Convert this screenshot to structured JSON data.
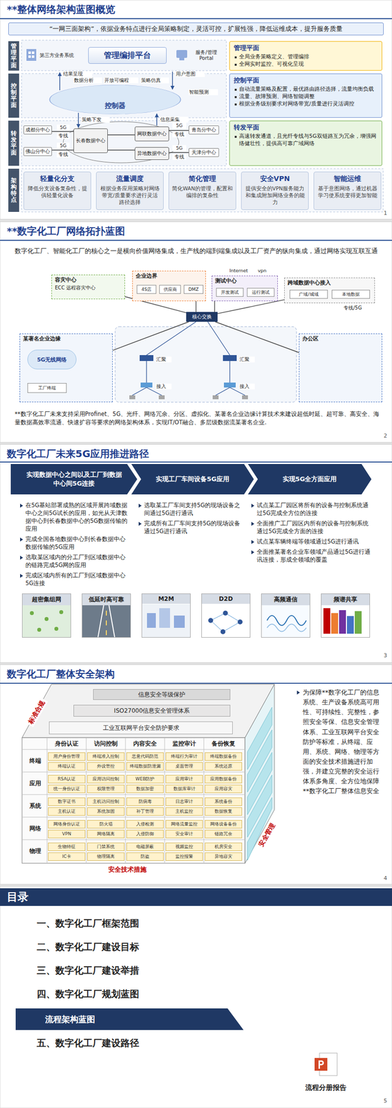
{
  "diagram": {
    "nodes": [
      {
        "text": [
          "**整体网络架构蓝图概览"
        ]
      },
      {
        "text": [
          "“一网三面架构”，依据业务特点进行全局策略制定，灵活可控，扩展性强，降低运维成本，提升服务质量"
        ],
        "in": 0
      },
      {
        "text": [
          "管理平面"
        ],
        "in": 0
      },
      {
        "text": [
          "控制平面"
        ],
        "in": 0
      },
      {
        "text": [
          "转发平面"
        ],
        "in": 0
      },
      {
        "text": [
          "架构特点"
        ],
        "in": 0
      },
      {
        "text": [
          "第三方业务系统"
        ],
        "in": 0
      },
      {
        "text": [
          "管理编排平台"
        ],
        "in": 0
      },
      {
        "text": [
          "服务/管理Portal"
        ],
        "in": 0
      },
      {
        "text": [
          "控制器"
        ],
        "in": 0
      },
      {
        "text": [
          "成都分中心"
        ],
        "in": 0
      },
      {
        "text": [
          "佛山分中心"
        ],
        "in": 0
      },
      {
        "text": [
          "长春数据中心"
        ],
        "in": 0
      },
      {
        "text": [
          "网联数据中心"
        ],
        "in": 0
      },
      {
        "text": [
          "异地数据中心"
        ],
        "in": 0
      },
      {
        "text": [
          "青岛分中心"
        ],
        "in": 0
      },
      {
        "text": [
          "天津分中心"
        ],
        "in": 0
      },
      {
        "text": [
          "管理平面",
          "全局业务策略定义、管理编排",
          "全网实时监控、可视化呈现"
        ],
        "in": 0
      },
      {
        "text": [
          "控制平面",
          "自动流量策略及配置，最优路由路径选择，流量均衡负载",
          "流量、故障预测、网络智能调整",
          "根据业务级别要求对网络带宽/质量进行灵活调控"
        ],
        "in": 0
      },
      {
        "text": [
          "转发平面",
          "高速转发通道，且光纤专线与5G双链路互为冗余，增强网络健壮性，提供高可靠广域网络"
        ],
        "in": 0
      },
      {
        "text": [
          "轻量化分支",
          "降低分支设备复杂性，提供轻量化设备"
        ],
        "in": 0
      },
      {
        "text": [
          "流量调度",
          "根据业务应用策略对网络带宽/质量要求进行灵活路径选择"
        ],
        "in": 0
      },
      {
        "text": [
          "简化管理",
          "简化WAN的管理，配置和编排的复杂性"
        ],
        "in": 0
      },
      {
        "text": [
          "安全VPN",
          "提供安全的VPN服务能力和集成附加网络业务的能力"
        ],
        "in": 0
      },
      {
        "text": [
          "智能运维",
          "基于意图网络，通过机器学习使系统变得更加智能"
        ],
        "in": 0
      },
      {
        "text": [
          "**数字化工厂网络拓扑蓝图"
        ]
      },
      {
        "text": [
          "容灾中心",
          "ECC 远程容灾中心"
        ],
        "in": 25
      },
      {
        "text": [
          "企业边界"
        ],
        "in": 25
      },
      {
        "text": [
          "4S店"
        ],
        "in": 27
      },
      {
        "text": [
          "供应商"
        ],
        "in": 27
      },
      {
        "text": [
          "DMZ"
        ],
        "in": 27
      },
      {
        "text": [
          "测试中心"
        ],
        "in": 25
      },
      {
        "text": [
          "开发测试"
        ],
        "in": 31
      },
      {
        "text": [
          "运行测试"
        ],
        "in": 31
      },
      {
        "text": [
          "跨域数据中心接入"
        ],
        "in": 25
      },
      {
        "text": [
          "广域/城域"
        ],
        "in": 34
      },
      {
        "text": [
          "本地数据"
        ],
        "in": 34
      },
      {
        "text": [
          "核心交换"
        ],
        "in": 25
      },
      {
        "text": [
          "某著名企业边缘"
        ],
        "in": 25
      },
      {
        "text": [
          "5G无线网络"
        ],
        "in": 38
      },
      {
        "text": [
          "工厂终端"
        ],
        "in": 38
      },
      {
        "text": [
          "办公区"
        ],
        "in": 25
      },
      {
        "text": [
          "数字化工厂未来5G应用推进路径"
        ]
      },
      {
        "text": [
          "实现数据中心之间以及工厂到数据中心间5G连接"
        ],
        "in": 42
      },
      {
        "text": [
          "实现工厂车间设备5G应用"
        ],
        "in": 42
      },
      {
        "text": [
          "实现5G全方面应用"
        ],
        "in": 42
      },
      {
        "text": [
          "超密集组网"
        ],
        "in": 42
      },
      {
        "text": [
          "低延时高可靠"
        ],
        "in": 42
      },
      {
        "text": [
          "M2M"
        ],
        "in": 42
      },
      {
        "text": [
          "D2D"
        ],
        "in": 42
      },
      {
        "text": [
          "高频通信"
        ],
        "in": 42
      },
      {
        "text": [
          "频谱共享"
        ],
        "in": 42
      },
      {
        "text": [
          "数字化工厂整体安全架构"
        ]
      },
      {
        "text": [
          "信息安全等级保护"
        ],
        "in": 52
      },
      {
        "text": [
          "ISO27000信息安全管理体系"
        ],
        "in": 52
      },
      {
        "text": [
          "工业互联网平台安全防护要求"
        ],
        "in": 52
      },
      {
        "text": [
          "用户身份管理"
        ],
        "in": 52
      },
      {
        "text": [
          "终端认证"
        ],
        "in": 52
      },
      {
        "text": [
          "终端准入控制"
        ],
        "in": 52
      },
      {
        "text": [
          "外设管控"
        ],
        "in": 52
      },
      {
        "text": [
          "恶意代码防范"
        ],
        "in": 52
      },
      {
        "text": [
          "终端数据防泄漏"
        ],
        "in": 52
      },
      {
        "text": [
          "终端行为审计"
        ],
        "in": 52
      },
      {
        "text": [
          "桌面管理"
        ],
        "in": 52
      },
      {
        "text": [
          "终端数据备份"
        ],
        "in": 52
      },
      {
        "text": [
          "系统还原"
        ],
        "in": 52
      },
      {
        "text": [
          "RSA认证"
        ],
        "in": 52
      },
      {
        "text": [
          "统一身份认证"
        ],
        "in": 52
      },
      {
        "text": [
          "应用访问控制"
        ],
        "in": 52
      },
      {
        "text": [
          "权限管理"
        ],
        "in": 52
      },
      {
        "text": [
          "WEB防护"
        ],
        "in": 52
      },
      {
        "text": [
          "数据加密"
        ],
        "in": 52
      },
      {
        "text": [
          "应用审计"
        ],
        "in": 52
      },
      {
        "text": [
          "数据库审计"
        ],
        "in": 52
      },
      {
        "text": [
          "应用数据备份"
        ],
        "in": 52
      },
      {
        "text": [
          "应用容灾"
        ],
        "in": 52
      },
      {
        "text": [
          "数字证书"
        ],
        "in": 52
      },
      {
        "text": [
          "主机认证"
        ],
        "in": 52
      },
      {
        "text": [
          "主机访问控制"
        ],
        "in": 52
      },
      {
        "text": [
          "系统加固"
        ],
        "in": 52
      },
      {
        "text": [
          "防病毒"
        ],
        "in": 52
      },
      {
        "text": [
          "补丁管理"
        ],
        "in": 52
      },
      {
        "text": [
          "日志审计"
        ],
        "in": 52
      },
      {
        "text": [
          "主机监控"
        ],
        "in": 52
      },
      {
        "text": [
          "系统备份"
        ],
        "in": 52
      },
      {
        "text": [
          "数据恢复"
        ],
        "in": 52
      },
      {
        "text": [
          "网络身份认证"
        ],
        "in": 52
      },
      {
        "text": [
          "VPN"
        ],
        "in": 52
      },
      {
        "text": [
          "防火墙"
        ],
        "in": 52
      },
      {
        "text": [
          "网络隔离"
        ],
        "in": 52
      },
      {
        "text": [
          "入侵检测"
        ],
        "in": 52
      },
      {
        "text": [
          "入侵防御"
        ],
        "in": 52
      },
      {
        "text": [
          "网络流量监控"
        ],
        "in": 52
      },
      {
        "text": [
          "安全审计"
        ],
        "in": 52
      },
      {
        "text": [
          "网络设备备份"
        ],
        "in": 52
      },
      {
        "text": [
          "链路冗余"
        ],
        "in": 52
      },
      {
        "text": [
          "生物特征"
        ],
        "in": 52
      },
      {
        "text": [
          "IC卡"
        ],
        "in": 52
      },
      {
        "text": [
          "门禁系统"
        ],
        "in": 52
      },
      {
        "text": [
          "物理隔离"
        ],
        "in": 52
      },
      {
        "text": [
          "电磁屏蔽"
        ],
        "in": 52
      },
      {
        "text": [
          "防盗"
        ],
        "in": 52
      },
      {
        "text": [
          "视频监控"
        ],
        "in": 52
      },
      {
        "text": [
          "监控报警"
        ],
        "in": 52
      },
      {
        "text": [
          "机房安全"
        ],
        "in": 52
      },
      {
        "text": [
          "异地容灾"
        ],
        "in": 52
      },
      {
        "text": [
          "目录"
        ]
      },
      {
        "text": [
          "流程架构蓝图"
        ],
        "in": 106
      },
      {
        "text": [
          "流程分册报告"
        ],
        "in": 106
      }
    ],
    "edges": [
      {
        "from": 10,
        "to": 12,
        "arrow": "none"
      },
      {
        "from": 11,
        "to": 12,
        "arrow": "none"
      },
      {
        "from": 12,
        "to": 13,
        "arrow": "none"
      },
      {
        "from": 12,
        "to": 14,
        "arrow": "none"
      },
      {
        "from": 13,
        "to": 15,
        "arrow": "none"
      },
      {
        "from": 14,
        "to": 16,
        "arrow": "none"
      },
      {
        "from": 26,
        "to": 37,
        "arrow": "none"
      },
      {
        "from": 27,
        "to": 37,
        "arrow": "none"
      },
      {
        "from": 31,
        "to": 37,
        "arrow": "none"
      },
      {
        "from": 34,
        "to": 37,
        "arrow": "none"
      },
      {
        "from": 37,
        "to": 38,
        "arrow": "none"
      },
      {
        "from": 37,
        "to": 41,
        "arrow": "none"
      }
    ],
    "labels": [
      "结果呈现",
      "用户意图",
      "数据分析",
      "开放可编程",
      "策略仿真",
      "智能预测",
      "策略下发",
      "信息采集",
      "5G",
      "专线",
      "5G",
      "专线",
      "5G",
      "专线",
      "5G",
      "专线",
      "1",
      "数字化工厂、智能化工厂的核心之一是横向价值网络集成，生产线的端到端集成以及工厂资产的纵向集成，通过网络实现互联互通",
      "Internet",
      "vpn",
      "专线/5G",
      "汇聚",
      "汇聚",
      "接入",
      "接入",
      "**数字化工厂未来支持采用Profinet、5G、光纤、网络冗余、分区、虚拟化、某著名企业边缘计算技术来建设超低时延、超可靠、高安全、海量数据高效率流通、快速扩容等要求的网络架构体系，实现IT/OT融合、多层级数据流某著名企业.",
      "2",
      "在5G基站部署成熟的区域开展跨域数据中心之间5G试长的应用，如光从天津数据中心到长春数据中心的5G数据传输的应用",
      "完成全国各地数据中心到长春数据中心数据传输的5G应用",
      "选取某区域内的分工厂到区域数据中心的链路完成5G网的应用",
      "完成区域内所有的工厂到区域数据中心5G连接",
      "选取某工厂车间支持5G的现场设备之间通过5G进行通讯",
      "完成所有工厂车间支持5G的现场设备通过5G进行通讯",
      "试点某工厂园区将所有的设备与控制系统通过5G完成全方位的连接",
      "全面推广工厂园区内所有的设备与控制系统通过5G完成全方面的连接",
      "试点某车辆终端等领域通过5G进行通讯",
      "全面推某著名企业车领域产品通过5G进行通讯连接，形成全领域的覆盖",
      "3",
      "标准合规",
      "安全管理",
      "安全技术措施",
      "身份认证",
      "访问控制",
      "内容安全",
      "监控审计",
      "备份恢复",
      "终端",
      "应用",
      "系统",
      "网络",
      "物理",
      "为保障**数字化工厂的信息系统、生产设备系统高可用性、可持续性、完整性，参照安全等保、信息安全管理体系、工业互联网平台安全防护等标准，从终端、应用、系统、网络、物理等方面的安全技术措施进行加强，并建立完整的安全运行体系多角度、全方位地保障**数字化工厂整体信息安全",
      "4",
      "一、数字化工厂框架范围",
      "二、数字化工厂建设目标",
      "三、数字化工厂建设举措",
      "四、数字化工厂规划蓝图",
      "五、数字化工厂建设路径",
      "5"
    ]
  }
}
